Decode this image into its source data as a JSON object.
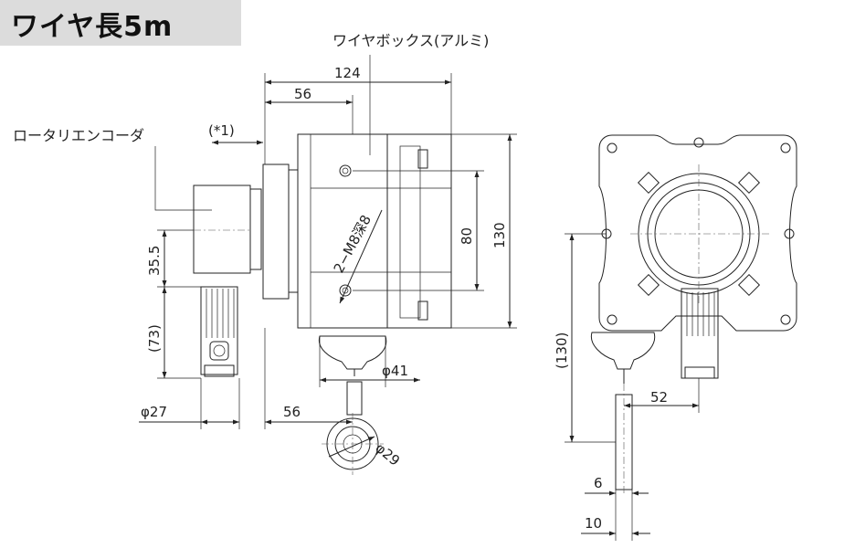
{
  "title": "ワイヤ長5m",
  "labels": {
    "wire_box": "ワイヤボックス(アルミ)",
    "rotary_encoder": "ロータリエンコーダ",
    "note_star1": "(*1)"
  },
  "dimensions": {
    "d124": "124",
    "d56_top": "56",
    "d80": "80",
    "d130": "130",
    "d35_5": "35.5",
    "d73": "(73)",
    "phi27": "φ27",
    "phi41": "φ41",
    "d56_bottom": "56",
    "phi29": "φ29",
    "thread": "2−M8深8",
    "d130_paren": "(130)",
    "d52": "52",
    "d6": "6",
    "d10": "10"
  }
}
